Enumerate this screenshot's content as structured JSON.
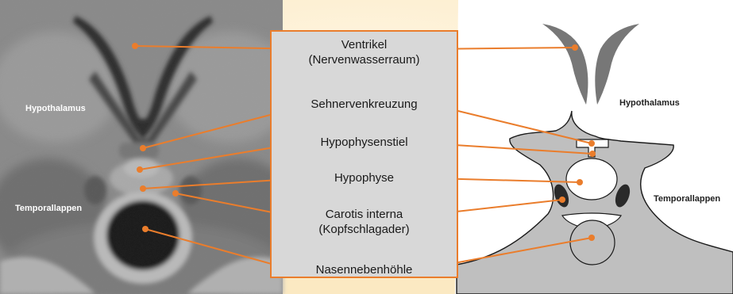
{
  "colors": {
    "background": "#fdf2d6",
    "accent": "#ea7d2c",
    "box_fill": "#d8d8d8",
    "schematic_tissue": "#bdbdbd",
    "schematic_ventricle": "#777777"
  },
  "mri_labels": {
    "hypothalamus": "Hypothalamus",
    "temporallappen": "Temporallappen"
  },
  "schematic_labels": {
    "hypothalamus": "Hypothalamus",
    "temporallappen": "Temporallappen"
  },
  "callouts": [
    {
      "id": "ventrikel",
      "lines": [
        "Ventrikel",
        "(Nervenwasserraum)"
      ]
    },
    {
      "id": "sehnervenkreuzung",
      "lines": [
        "Sehnervenkreuzung"
      ]
    },
    {
      "id": "hypophysenstiel",
      "lines": [
        "Hypophysenstiel"
      ]
    },
    {
      "id": "hypophyse",
      "lines": [
        "Hypophyse"
      ]
    },
    {
      "id": "carotis",
      "lines": [
        "Carotis interna",
        "(Kopfschlagader)"
      ]
    },
    {
      "id": "nasennebenhoehle",
      "lines": [
        "Nasennebenhöhle"
      ]
    }
  ]
}
